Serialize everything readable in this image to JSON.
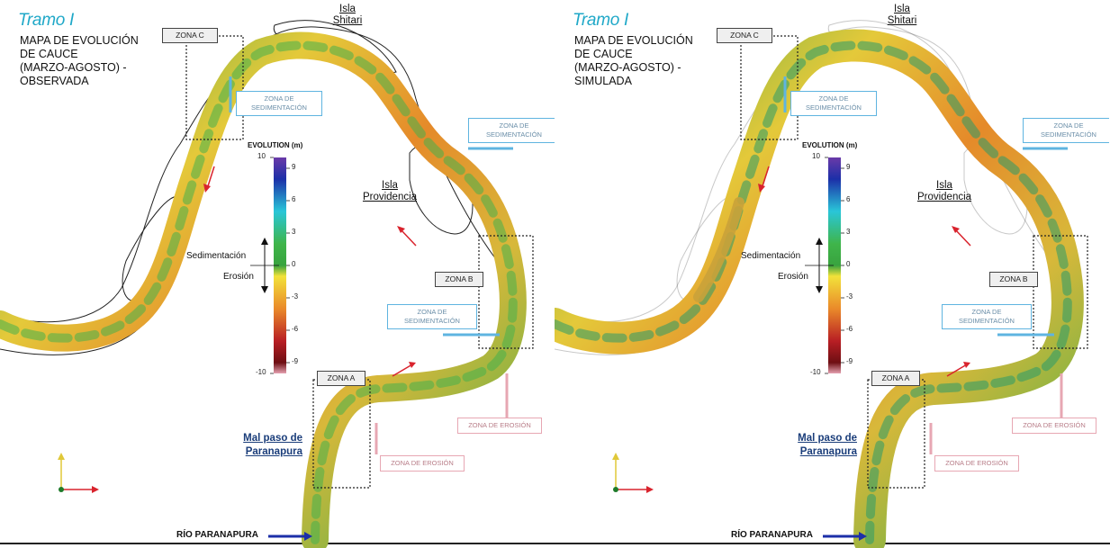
{
  "panels": [
    {
      "tramo": "Tramo I",
      "title": "MAPA DE EVOLUCIÓN\nDE CAUCE\n(MARZO-AGOSTO) -\nOBSERVADA",
      "island_shitari": "Isla\nShitari",
      "island_providencia": "Isla\nProvidencia",
      "zone_a": "ZONA A",
      "zone_b": "ZONA B",
      "zone_c": "ZONA C",
      "sed_label_1": "ZONA DE\nSEDIMENTACIÓN",
      "sed_label_2": "ZONA DE\nSEDIMENTACIÓN",
      "sed_label_3": "ZONA DE\nSEDIMENTACIÓN",
      "ero_label_1": "ZONA DE EROSIÓN",
      "ero_label_2": "ZONA DE EROSIÓN",
      "mal_paso": "Mal paso de\nParanapura",
      "rio": "RÍO PARANAPURA",
      "variant": "observed"
    },
    {
      "tramo": "Tramo I",
      "title": "MAPA DE EVOLUCIÓN\nDE CAUCE\n(MARZO-AGOSTO) -\nSIMULADA",
      "island_shitari": "Isla\nShitari",
      "island_providencia": "Isla\nProvidencia",
      "zone_a": "ZONA A",
      "zone_b": "ZONA B",
      "zone_c": "ZONA C",
      "sed_label_1": "ZONA DE\nSEDIMENTACIÓN",
      "sed_label_2": "ZONA DE\nSEDIMENTACIÓN",
      "sed_label_3": "ZONA DE\nSEDIMENTACIÓN",
      "ero_label_1": "ZONA DE EROSIÓN",
      "ero_label_2": "ZONA DE EROSIÓN",
      "mal_paso": "Mal paso de\nParanapura",
      "rio": "RÍO PARANAPURA",
      "variant": "simulated"
    }
  ],
  "legend": {
    "title": "EVOLUTION (m)",
    "max": "10",
    "min": "-10",
    "ticks": [
      "9",
      "6",
      "3",
      "0",
      "-3",
      "-6",
      "-9"
    ],
    "sedimentacion": "Sedimentación",
    "erosion": "Erosión"
  },
  "colors": {
    "tramo": "#1fa8c8",
    "sed_border": "#5fb4e0",
    "ero_border": "#e7a7b3",
    "river_blue": "#1c2fa8",
    "flow_arrow": "#d9232d"
  }
}
